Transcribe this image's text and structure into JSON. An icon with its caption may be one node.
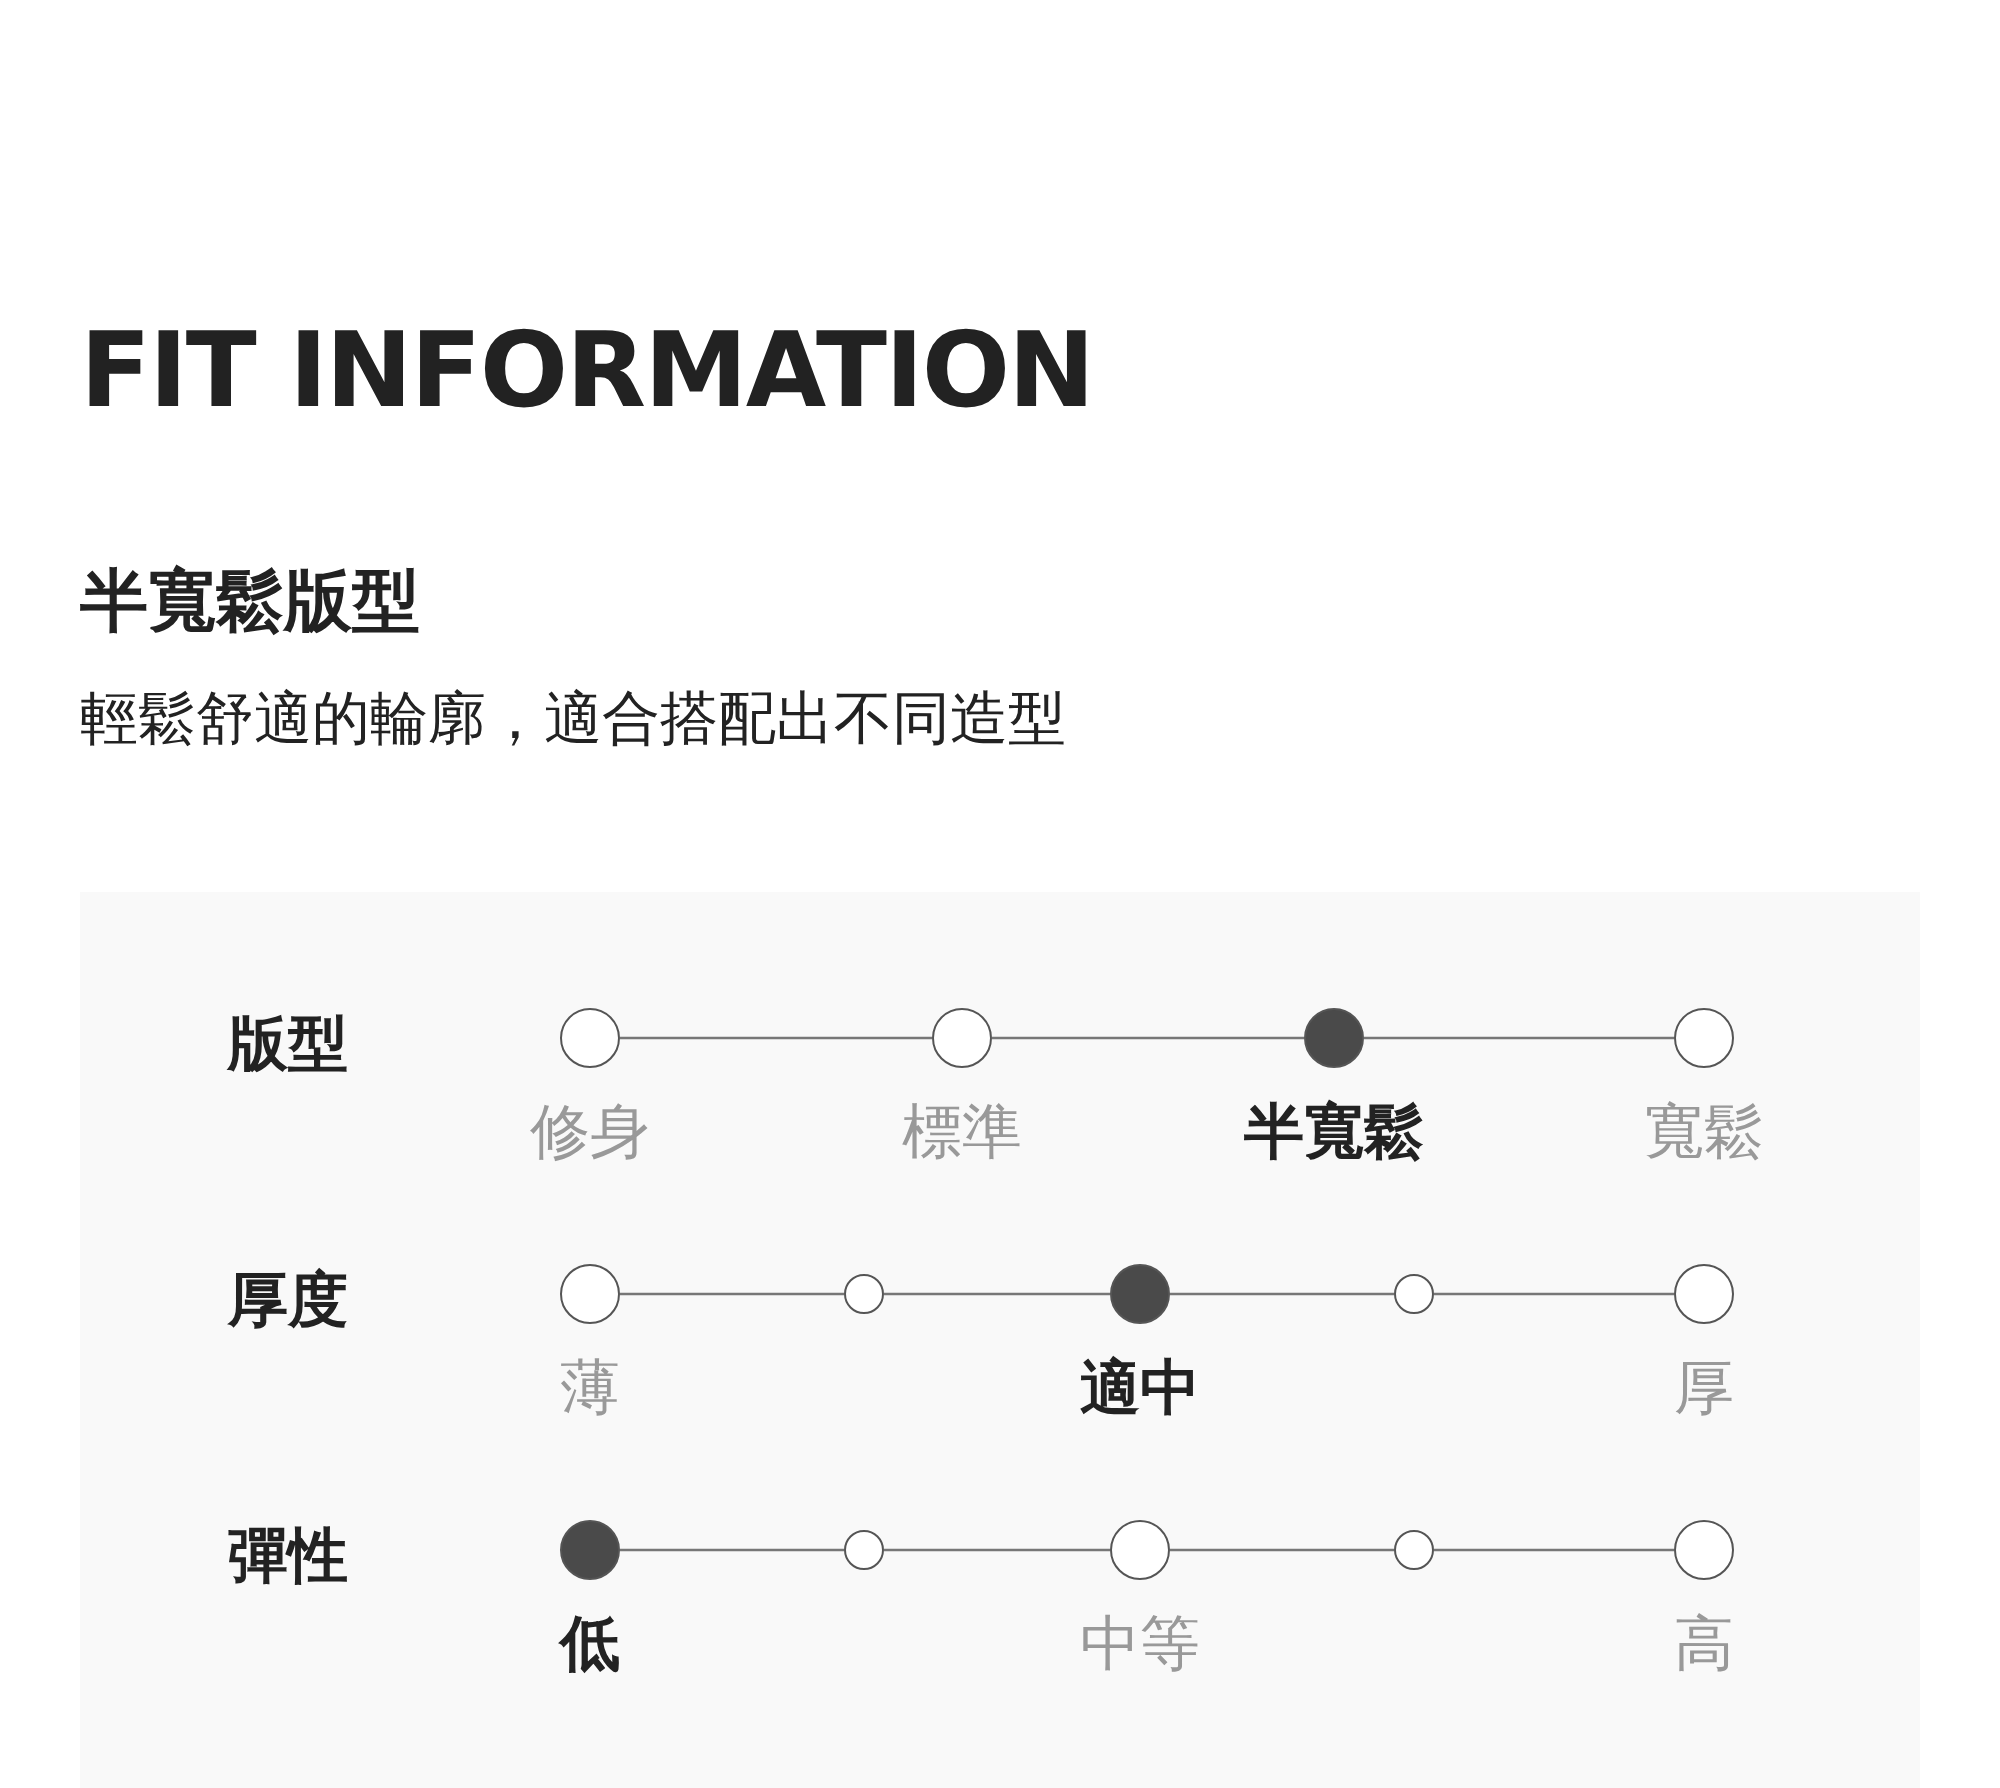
{
  "diagram": {
    "title": "FIT INFORMATION",
    "nodes": [
      {
        "text": [],
        "shape": "circle",
        "beside": [
          "修身"
        ]
      },
      {
        "text": [],
        "shape": "circle",
        "beside": [
          "標準"
        ]
      },
      {
        "text": [],
        "shape": "disc",
        "beside": [
          "半寬鬆"
        ]
      },
      {
        "text": [],
        "shape": "circle",
        "beside": [
          "寬鬆"
        ]
      },
      {
        "text": [],
        "shape": "circle",
        "beside": [
          "薄"
        ]
      },
      {
        "text": [],
        "shape": "dot"
      },
      {
        "text": [],
        "shape": "disc",
        "beside": [
          "適中"
        ]
      },
      {
        "text": [],
        "shape": "dot"
      },
      {
        "text": [],
        "shape": "circle",
        "beside": [
          "厚"
        ]
      },
      {
        "text": [],
        "shape": "disc",
        "beside": [
          "低"
        ]
      },
      {
        "text": [],
        "shape": "dot"
      },
      {
        "text": [],
        "shape": "circle",
        "beside": [
          "中等"
        ]
      },
      {
        "text": [],
        "shape": "dot"
      },
      {
        "text": [],
        "shape": "circle",
        "beside": [
          "高"
        ]
      }
    ],
    "edges": [
      {
        "from": 0,
        "to": 1,
        "arrow": "none"
      },
      {
        "from": 1,
        "to": 2,
        "arrow": "none"
      },
      {
        "from": 2,
        "to": 3,
        "arrow": "none"
      },
      {
        "from": 4,
        "to": 5,
        "arrow": "none"
      },
      {
        "from": 5,
        "to": 6,
        "arrow": "none"
      },
      {
        "from": 6,
        "to": 7,
        "arrow": "none"
      },
      {
        "from": 7,
        "to": 8,
        "arrow": "none"
      },
      {
        "from": 9,
        "to": 10,
        "arrow": "none"
      },
      {
        "from": 10,
        "to": 11,
        "arrow": "none"
      },
      {
        "from": 11,
        "to": 12,
        "arrow": "none"
      },
      {
        "from": 12,
        "to": 13,
        "arrow": "none"
      }
    ],
    "labels": [
      "半寬鬆版型",
      "輕鬆舒適的輪廓，適合搭配出不同造型",
      "版型",
      "厚度",
      "彈性"
    ]
  }
}
